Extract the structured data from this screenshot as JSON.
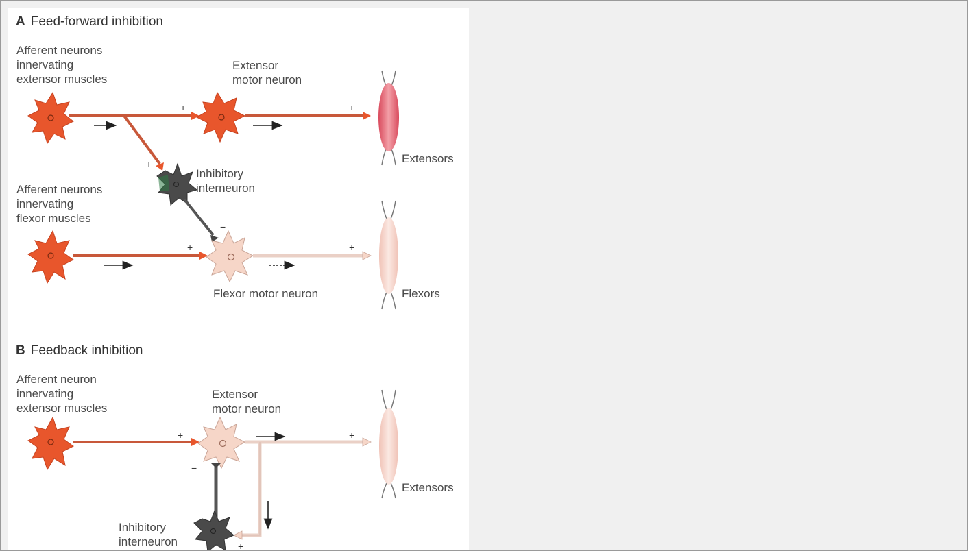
{
  "panel_a": {
    "letter": "A",
    "title": "Feed-forward inhibition",
    "afferent_extensor_label": "Afferent neurons\ninnervating\nextensor muscles",
    "extensor_motor_label": "Extensor\nmotor neuron",
    "inhibitory_label": "Inhibitory\ninterneuron",
    "afferent_flexor_label": "Afferent neurons\ninnervating\nflexor muscles",
    "flexor_motor_label": "Flexor motor neuron",
    "extensors_label": "Extensors",
    "flexors_label": "Flexors"
  },
  "panel_b": {
    "letter": "B",
    "title": "Feedback inhibition",
    "afferent_label": "Afferent neuron\ninnervating\nextensor muscles",
    "extensor_motor_label": "Extensor\nmotor neuron",
    "extensors_label": "Extensors",
    "inhibitory_label": "Inhibitory\ninterneuron"
  },
  "signs": {
    "plus": "+",
    "minus": "−"
  },
  "colors": {
    "afferent": "#e8562c",
    "active_motor": "#e8562c",
    "inactive_motor": "#f6d6c8",
    "inhibitory": "#4a4a4a",
    "muscle_active": "#e36a78",
    "muscle_inactive": "#f6d8d0"
  }
}
